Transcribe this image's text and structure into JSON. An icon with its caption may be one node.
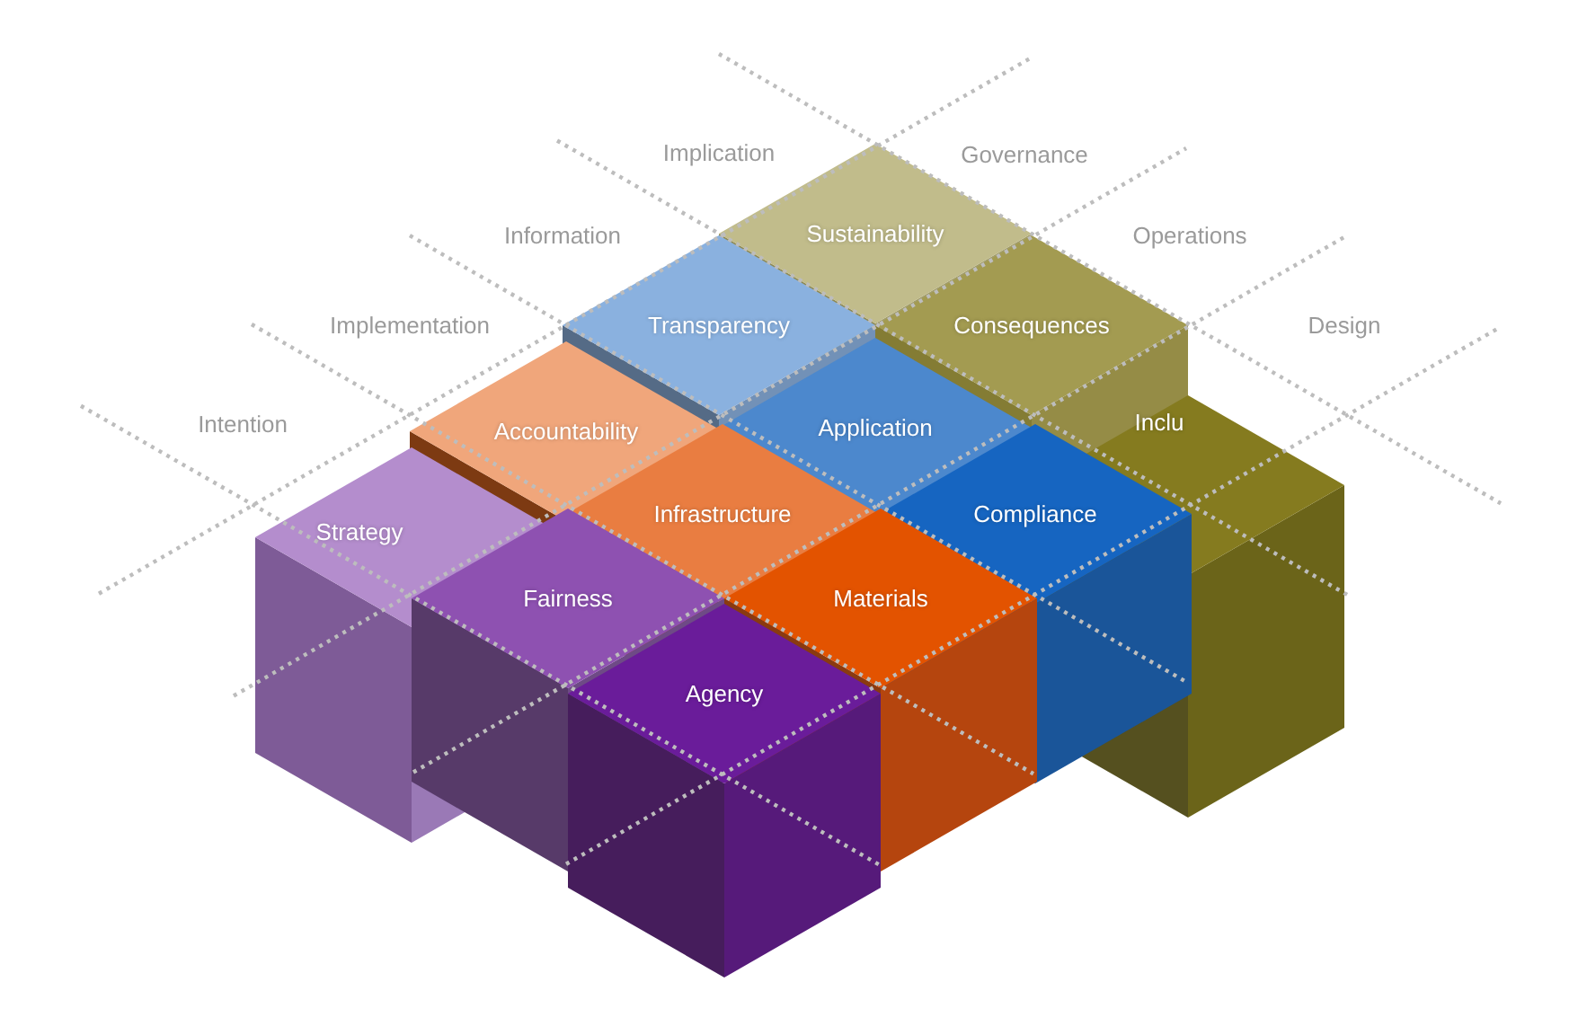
{
  "diagram": {
    "nodes": [
      {
        "text": [
          "Sustainability"
        ]
      },
      {
        "text": [
          "Transparency"
        ]
      },
      {
        "text": [
          "Consequences"
        ]
      },
      {
        "text": [
          "Inclu"
        ]
      },
      {
        "text": [
          "Accountability"
        ]
      },
      {
        "text": [
          "Application"
        ]
      },
      {
        "text": [
          "Infrastructure"
        ]
      },
      {
        "text": [
          "Compliance"
        ]
      },
      {
        "text": [
          "Strategy"
        ]
      },
      {
        "text": [
          "Fairness"
        ]
      },
      {
        "text": [
          "Materials"
        ]
      },
      {
        "text": [
          "Agency"
        ]
      }
    ],
    "labels": [
      "Implication",
      "Governance",
      "Information",
      "Operations",
      "Implementation",
      "Design",
      "Intention"
    ]
  }
}
